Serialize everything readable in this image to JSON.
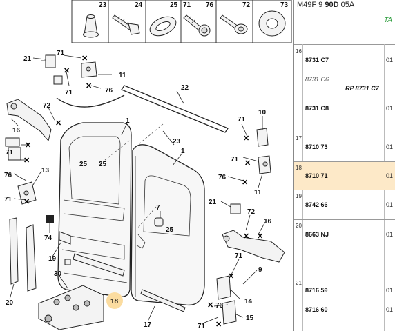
{
  "header": {
    "reference_prefix": "M49F 9 ",
    "reference_bold": "90D",
    "reference_suffix": " 05A",
    "tab_label": "TA"
  },
  "legend_boxes": [
    "23",
    "24",
    "25",
    "71",
    "76",
    "72",
    "73"
  ],
  "callouts": {
    "c1a": "1",
    "c1b": "1",
    "c7": "7",
    "c9": "9",
    "c10": "10",
    "c11a": "11",
    "c11b": "11",
    "c13": "13",
    "c14": "14",
    "c15": "15",
    "c16a": "16",
    "c16b": "16",
    "c17": "17",
    "c18": "18",
    "c19": "19",
    "c20": "20",
    "c21a": "21",
    "c21b": "21",
    "c22": "22",
    "c23": "23",
    "c25a": "25",
    "c25b": "25",
    "c25c": "25",
    "c30": "30",
    "c71a": "71",
    "c71b": "71",
    "c71c": "71",
    "c71d": "71",
    "c71e": "71",
    "c71f": "71",
    "c71g": "71",
    "c71h": "71",
    "c72a": "72",
    "c72b": "72",
    "c74": "74",
    "c76a": "76",
    "c76b": "76",
    "c76c": "76",
    "c76d": "76"
  },
  "callout_colors": {
    "highlight": "#fbdca0"
  },
  "parts_list": {
    "rows": [
      {
        "num": "16",
        "parts": [
          {
            "code": "8731 C7",
            "qty": "01"
          },
          {
            "code": "8731 C6",
            "style": "italic"
          },
          {
            "code": "RP 8731 C7",
            "style": "replacement"
          },
          {
            "code": "8731 C8",
            "qty": "01"
          }
        ]
      },
      {
        "num": "17",
        "parts": [
          {
            "code": "8710 73",
            "qty": "01"
          }
        ]
      },
      {
        "num": "18",
        "selected": true,
        "parts": [
          {
            "code": "8710 71",
            "qty": "01"
          }
        ]
      },
      {
        "num": "19",
        "parts": [
          {
            "code": "8742 66",
            "qty": "01"
          }
        ]
      },
      {
        "num": "20",
        "parts": [
          {
            "code": "8663 NJ",
            "qty": "01"
          }
        ]
      },
      {
        "num": "21",
        "parts": [
          {
            "code": "8716 59",
            "qty": "01"
          },
          {
            "code": "8716 60",
            "qty": "01"
          }
        ]
      }
    ],
    "selected_color": "#fde9c8"
  }
}
